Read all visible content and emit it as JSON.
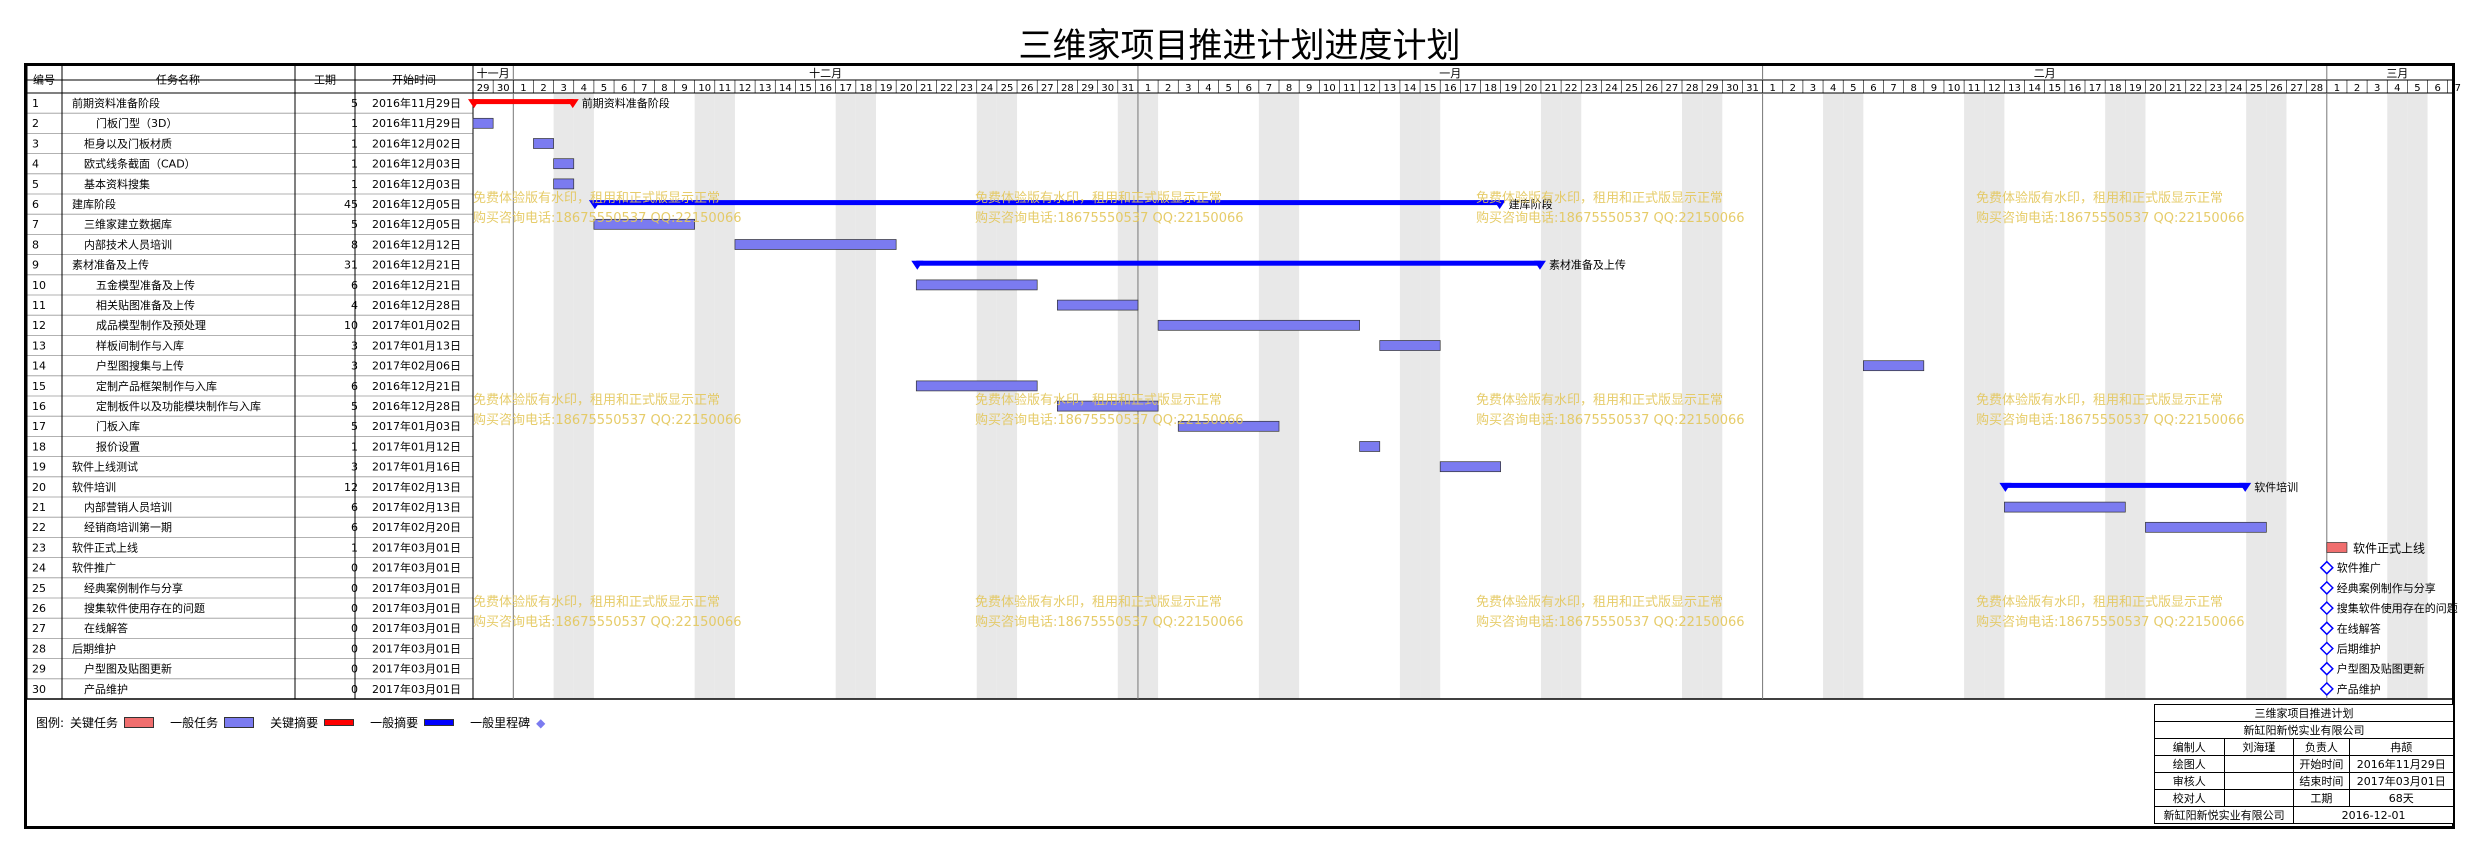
{
  "title": "三维家项目推进计划进度计划",
  "columns": {
    "id": "编号",
    "name": "任务名称",
    "duration": "工期",
    "start": "开始时间"
  },
  "months": [
    {
      "label": "十一月",
      "start": "2016-11-29",
      "days": 2
    },
    {
      "label": "十二月",
      "start": "2016-12-01",
      "days": 31
    },
    {
      "label": "一月",
      "start": "2017-01-01",
      "days": 31
    },
    {
      "label": "二月",
      "start": "2017-02-01",
      "days": 28
    },
    {
      "label": "三月",
      "start": "2017-03-01",
      "days": 7
    }
  ],
  "chart_data": {
    "type": "gantt",
    "x_range": [
      "2016-11-29",
      "2017-03-07"
    ],
    "tasks": [
      {
        "id": 1,
        "name": "前期资料准备阶段",
        "duration": 5,
        "start": "2016年11月29日",
        "s": "2016-11-29",
        "kind": "critical-summary",
        "level": 0,
        "label": "前期资料准备阶段"
      },
      {
        "id": 2,
        "name": "门板门型（3D）",
        "duration": 1,
        "start": "2016年11月29日",
        "s": "2016-11-29",
        "kind": "task",
        "level": 2
      },
      {
        "id": 3,
        "name": "柜身以及门板材质",
        "duration": 1,
        "start": "2016年12月02日",
        "s": "2016-12-02",
        "kind": "task",
        "level": 1
      },
      {
        "id": 4,
        "name": "欧式线条截面（CAD）",
        "duration": 1,
        "start": "2016年12月03日",
        "s": "2016-12-03",
        "kind": "task",
        "level": 1
      },
      {
        "id": 5,
        "name": "基本资料搜集",
        "duration": 1,
        "start": "2016年12月03日",
        "s": "2016-12-03",
        "kind": "task",
        "level": 1
      },
      {
        "id": 6,
        "name": "建库阶段",
        "duration": 45,
        "start": "2016年12月05日",
        "s": "2016-12-05",
        "kind": "summary",
        "level": 0,
        "label": "建库阶段"
      },
      {
        "id": 7,
        "name": "三维家建立数据库",
        "duration": 5,
        "start": "2016年12月05日",
        "s": "2016-12-05",
        "kind": "task",
        "level": 1
      },
      {
        "id": 8,
        "name": "内部技术人员培训",
        "duration": 8,
        "start": "2016年12月12日",
        "s": "2016-12-12",
        "kind": "task",
        "level": 1
      },
      {
        "id": 9,
        "name": "素材准备及上传",
        "duration": 31,
        "start": "2016年12月21日",
        "s": "2016-12-21",
        "kind": "summary",
        "level": 0,
        "label": "素材准备及上传"
      },
      {
        "id": 10,
        "name": "五金模型准备及上传",
        "duration": 6,
        "start": "2016年12月21日",
        "s": "2016-12-21",
        "kind": "task",
        "level": 2
      },
      {
        "id": 11,
        "name": "相关贴图准备及上传",
        "duration": 4,
        "start": "2016年12月28日",
        "s": "2016-12-28",
        "kind": "task",
        "level": 2
      },
      {
        "id": 12,
        "name": "成品模型制作及预处理",
        "duration": 10,
        "start": "2017年01月02日",
        "s": "2017-01-02",
        "kind": "task",
        "level": 2
      },
      {
        "id": 13,
        "name": "样板间制作与入库",
        "duration": 3,
        "start": "2017年01月13日",
        "s": "2017-01-13",
        "kind": "task",
        "level": 2
      },
      {
        "id": 14,
        "name": "户型图搜集与上传",
        "duration": 3,
        "start": "2017年02月06日",
        "s": "2017-02-06",
        "kind": "task",
        "level": 2
      },
      {
        "id": 15,
        "name": "定制产品框架制作与入库",
        "duration": 6,
        "start": "2016年12月21日",
        "s": "2016-12-21",
        "kind": "task",
        "level": 2
      },
      {
        "id": 16,
        "name": "定制板件以及功能模块制作与入库",
        "duration": 5,
        "start": "2016年12月28日",
        "s": "2016-12-28",
        "kind": "task",
        "level": 2
      },
      {
        "id": 17,
        "name": "门板入库",
        "duration": 5,
        "start": "2017年01月03日",
        "s": "2017-01-03",
        "kind": "task",
        "level": 2
      },
      {
        "id": 18,
        "name": "报价设置",
        "duration": 1,
        "start": "2017年01月12日",
        "s": "2017-01-12",
        "kind": "task",
        "level": 2
      },
      {
        "id": 19,
        "name": "软件上线测试",
        "duration": 3,
        "start": "2017年01月16日",
        "s": "2017-01-16",
        "kind": "task",
        "level": 0
      },
      {
        "id": 20,
        "name": "软件培训",
        "duration": 12,
        "start": "2017年02月13日",
        "s": "2017-02-13",
        "kind": "summary",
        "level": 0,
        "label": "软件培训"
      },
      {
        "id": 21,
        "name": "内部营销人员培训",
        "duration": 6,
        "start": "2017年02月13日",
        "s": "2017-02-13",
        "kind": "task",
        "level": 1
      },
      {
        "id": 22,
        "name": "经销商培训第一期",
        "duration": 6,
        "start": "2017年02月20日",
        "s": "2017-02-20",
        "kind": "task",
        "level": 1
      },
      {
        "id": 23,
        "name": "软件正式上线",
        "duration": 1,
        "start": "2017年03月01日",
        "s": "2017-03-01",
        "kind": "critical",
        "level": 0,
        "label": "软件正式上线"
      },
      {
        "id": 24,
        "name": "软件推广",
        "duration": 0,
        "start": "2017年03月01日",
        "s": "2017-03-01",
        "kind": "milestone",
        "level": 0,
        "label": "软件推广"
      },
      {
        "id": 25,
        "name": "经典案例制作与分享",
        "duration": 0,
        "start": "2017年03月01日",
        "s": "2017-03-01",
        "kind": "milestone",
        "level": 1,
        "label": "经典案例制作与分享"
      },
      {
        "id": 26,
        "name": "搜集软件使用存在的问题",
        "duration": 0,
        "start": "2017年03月01日",
        "s": "2017-03-01",
        "kind": "milestone",
        "level": 1,
        "label": "搜集软件使用存在的问题"
      },
      {
        "id": 27,
        "name": "在线解答",
        "duration": 0,
        "start": "2017年03月01日",
        "s": "2017-03-01",
        "kind": "milestone",
        "level": 1,
        "label": "在线解答"
      },
      {
        "id": 28,
        "name": "后期维护",
        "duration": 0,
        "start": "2017年03月01日",
        "s": "2017-03-01",
        "kind": "milestone",
        "level": 0,
        "label": "后期维护"
      },
      {
        "id": 29,
        "name": "户型图及贴图更新",
        "duration": 0,
        "start": "2017年03月01日",
        "s": "2017-03-01",
        "kind": "milestone",
        "level": 1,
        "label": "户型图及贴图更新"
      },
      {
        "id": 30,
        "name": "产品维护",
        "duration": 0,
        "start": "2017年03月01日",
        "s": "2017-03-01",
        "kind": "milestone",
        "level": 1,
        "label": "产品维护"
      }
    ]
  },
  "watermark": {
    "line1": "免费体验版有水印，租用和正式版显示正常",
    "line2": "购买咨询电话:18675550537 QQ:22150066"
  },
  "legend": {
    "label": "图例:",
    "items": [
      "关键任务",
      "一般任务",
      "关键摘要",
      "一般摘要",
      "一般里程碑"
    ]
  },
  "info_box": {
    "title": "三维家项目推进计划",
    "company": "新缸阳新悦实业有限公司",
    "editor_label": "编制人",
    "editor": "刘海瑾",
    "owner_label": "负责人",
    "owner": "冉颉",
    "drawer_label": "绘图人",
    "start_label": "开始时间",
    "start": "2016年11月29日",
    "reviewer_label": "审核人",
    "end_label": "结束时间",
    "end": "2017年03月01日",
    "checker_label": "校对人",
    "duration_label": "工期",
    "duration": "68天",
    "footer_company": "新缸阳新悦实业有限公司",
    "footer_date": "2016-12-01"
  },
  "colors": {
    "task": "#7B7BF0",
    "critical": "#F06E6E",
    "summary": "#0000FF",
    "critical_summary": "#FF0000",
    "weekend": "#E8E8E8",
    "watermark": "#E3C75A"
  }
}
